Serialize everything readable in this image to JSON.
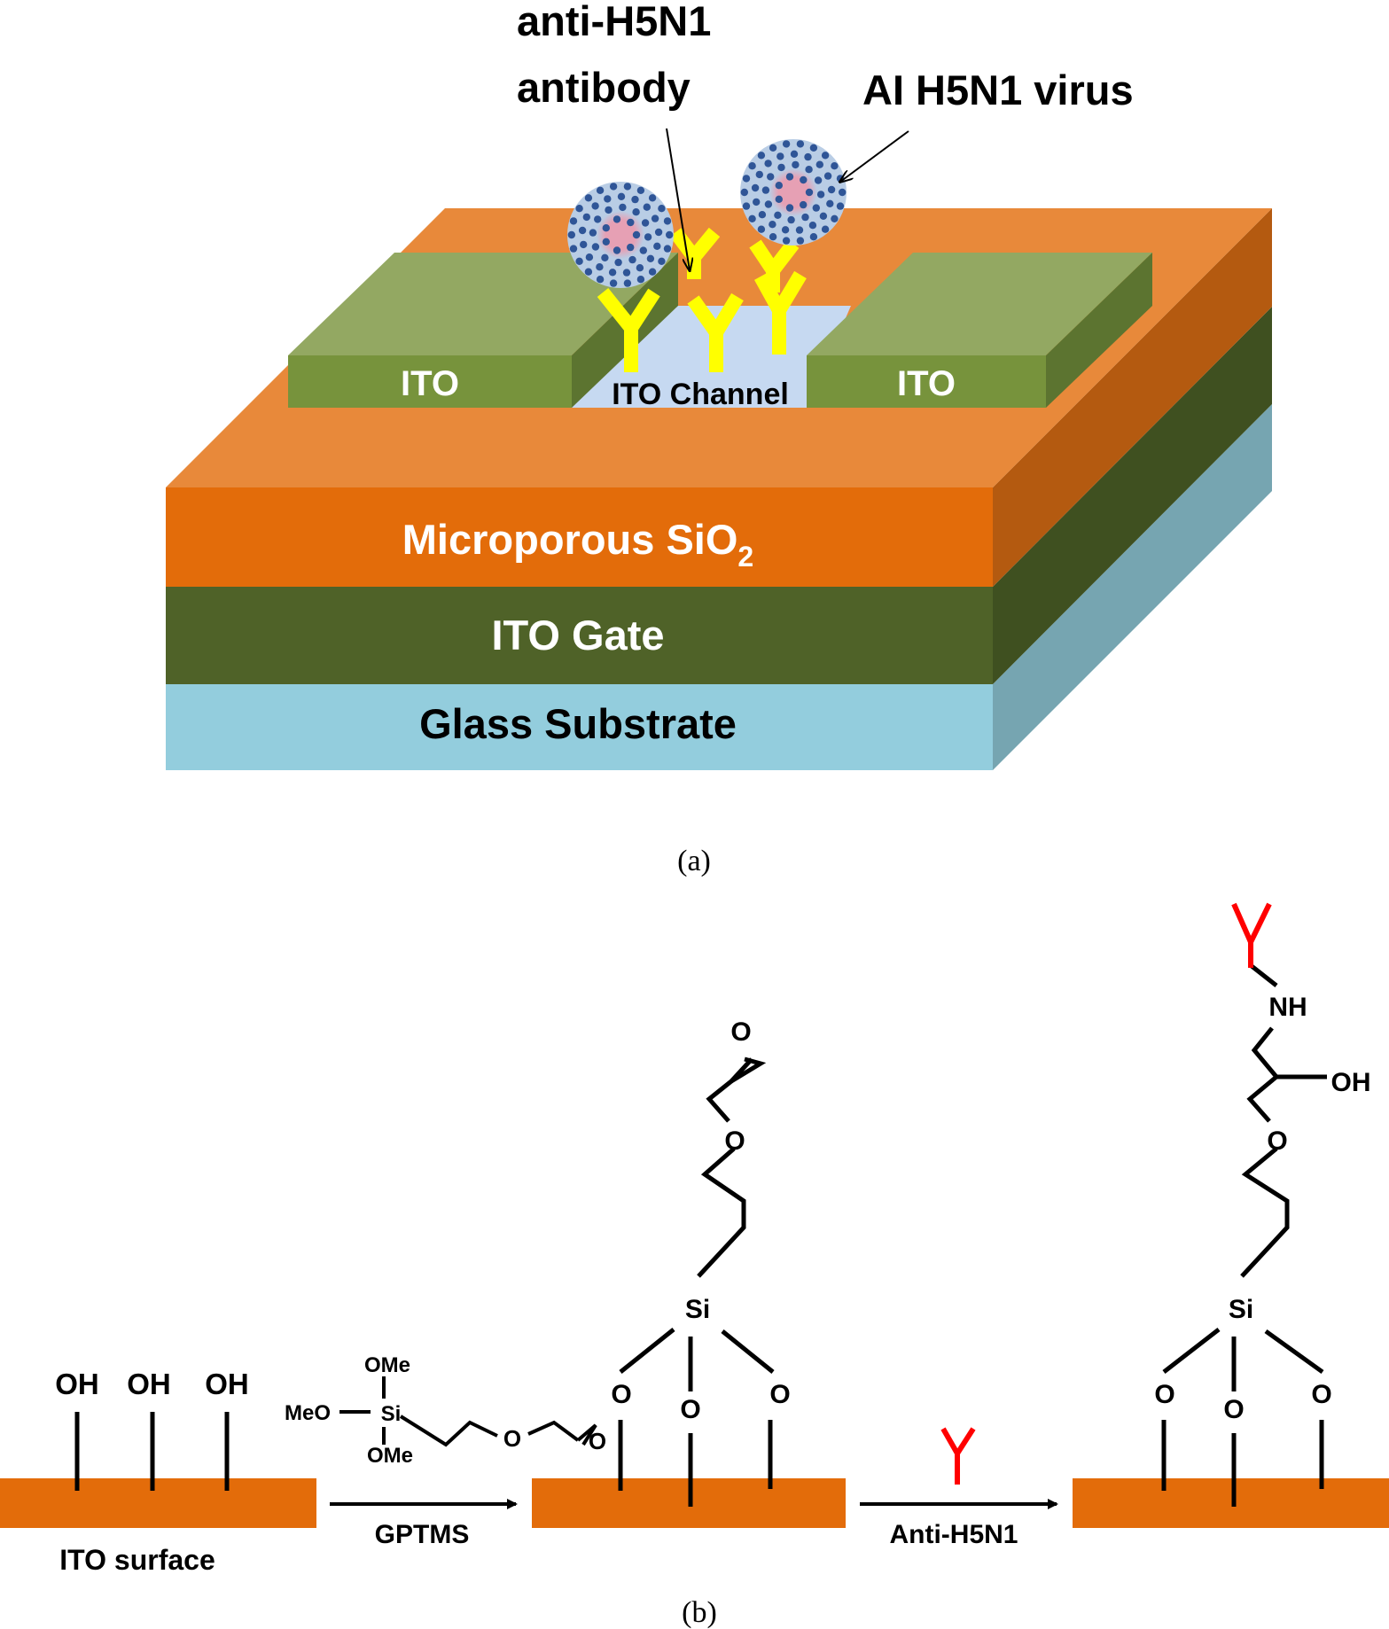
{
  "colors": {
    "sio2_front": "#e36c0a",
    "sio2_top": "#e8893a",
    "sio2_side": "#b45a10",
    "gate_front": "#4f6228",
    "gate_side": "#3f5020",
    "glass_front": "#93cddd",
    "glass_side": "#76a5b1",
    "ito_electrode_front": "#77933c",
    "ito_electrode_top": "#93a862",
    "ito_electrode_side": "#5c7430",
    "channel": "#c6d9f1",
    "antibody": "#ffff00",
    "antibody_red": "#ff0000",
    "virus_body": "#b9cde5",
    "virus_core": "#e6a0b4",
    "virus_dots": "#2f5597",
    "surface": "#e36c0a"
  },
  "panel_a": {
    "label_antibody_line1": "anti-H5N1",
    "label_antibody_line2": "antibody",
    "label_virus": "AI H5N1 virus",
    "label_ito_left": "ITO",
    "label_ito_right": "ITO",
    "label_channel": "ITO Channel",
    "label_sio2_main": "Microporous SiO",
    "label_sio2_sub": "2",
    "label_gate": "ITO Gate",
    "label_glass": "Glass Substrate",
    "caption": "(a)"
  },
  "panel_b": {
    "oh_1": "OH",
    "oh_2": "OH",
    "oh_3": "OH",
    "ito_surface_label": "ITO surface",
    "gptms_ome_top": "OMe",
    "gptms_meo": "MeO",
    "gptms_si": "Si",
    "gptms_ome_bottom": "OMe",
    "gptms_o": "O",
    "gptms_epoxide_o": "O",
    "arrow1_label": "GPTMS",
    "arrow2_label": "Anti-H5N1",
    "mid_si": "Si",
    "mid_o_left": "O",
    "mid_o_center": "O",
    "mid_o_right": "O",
    "mid_chain_o": "O",
    "mid_epoxide_o": "O",
    "right_si": "Si",
    "right_o_left": "O",
    "right_o_center": "O",
    "right_o_right": "O",
    "right_chain_o": "O",
    "right_oh": "OH",
    "right_nh": "NH",
    "caption": "(b)"
  }
}
